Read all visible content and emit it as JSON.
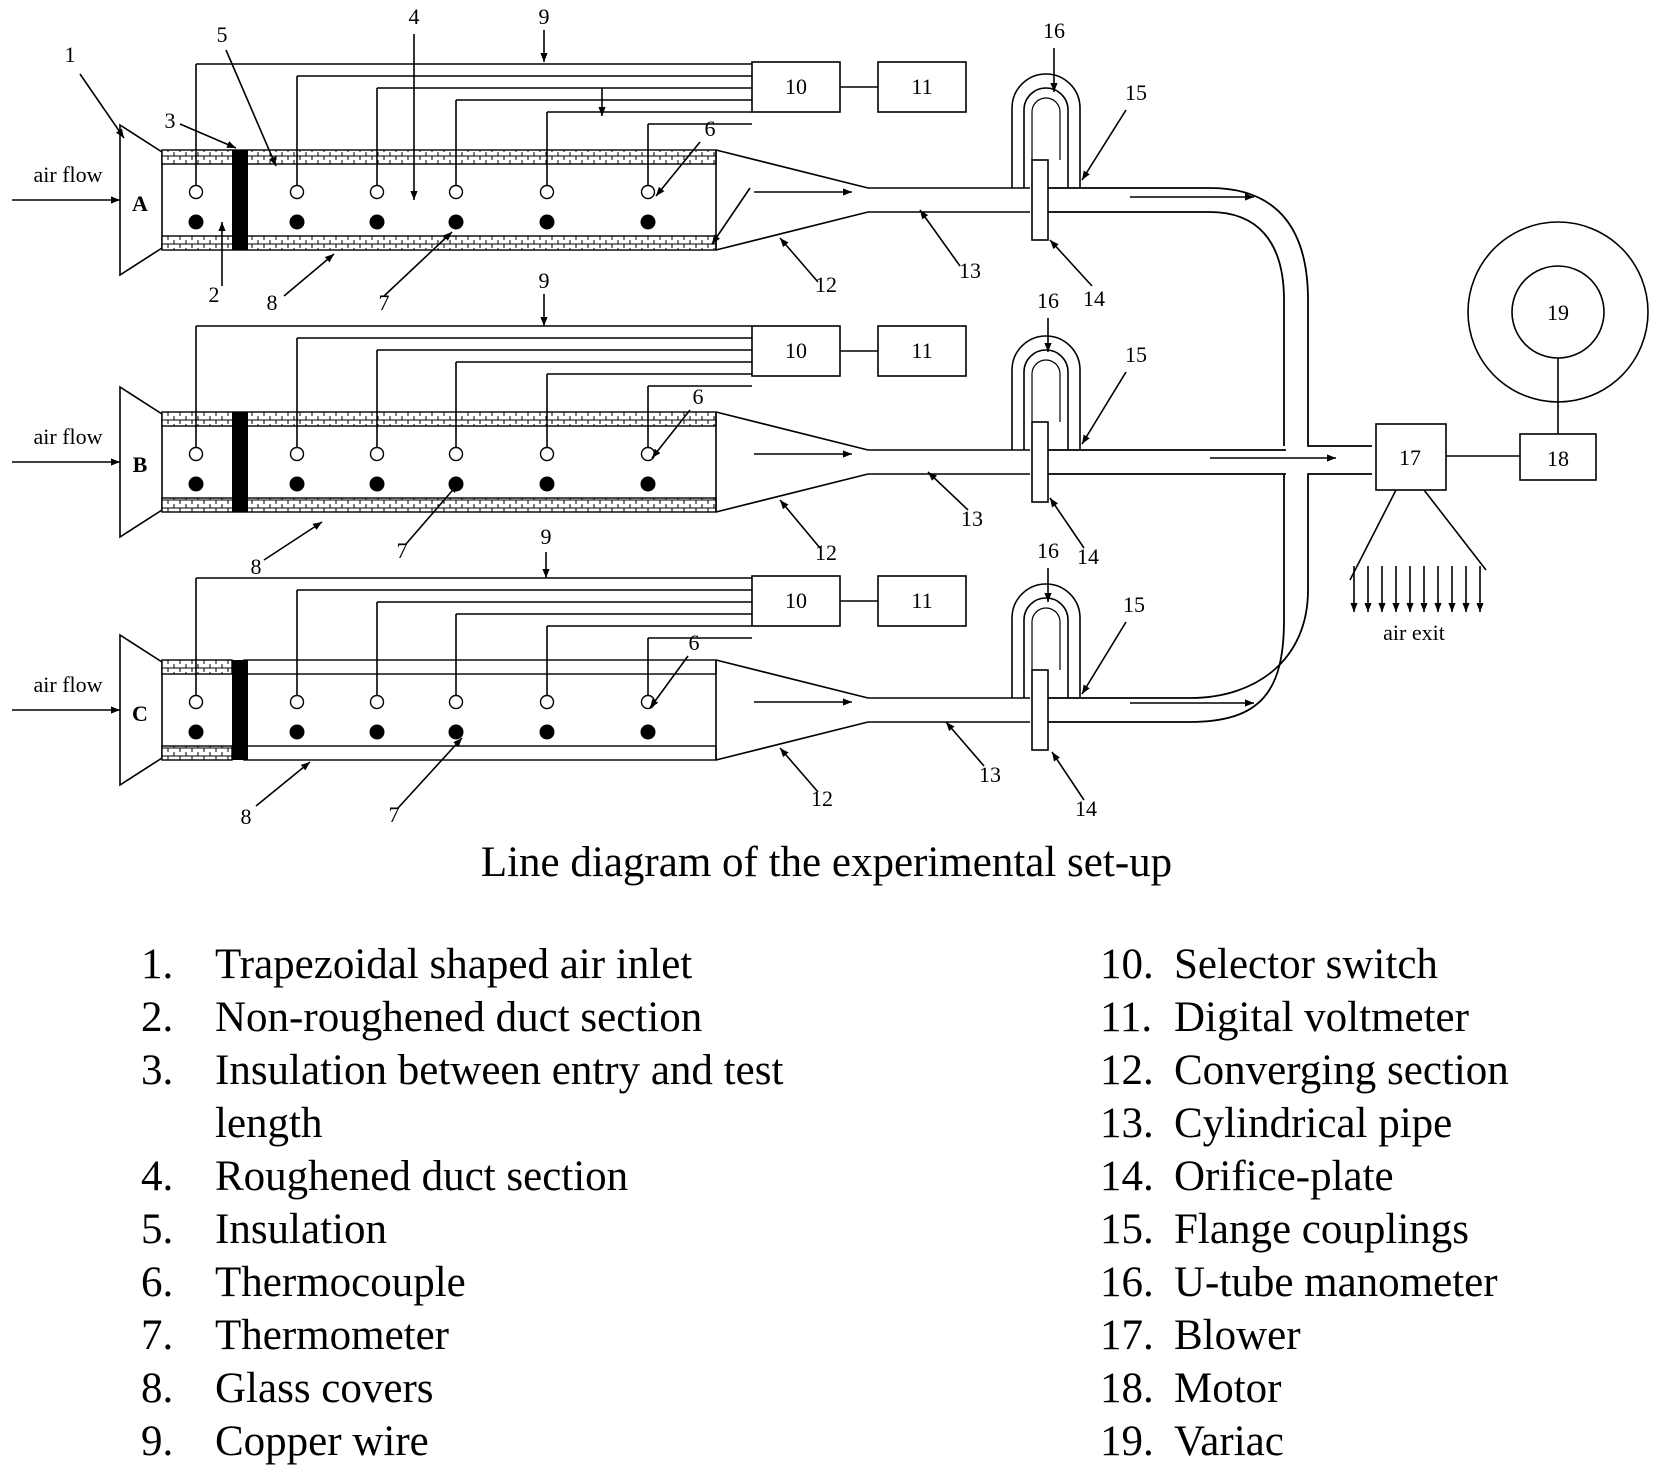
{
  "diagram": {
    "caption": "Line diagram of the experimental set-up",
    "duct_letters": [
      "A",
      "B",
      "C"
    ],
    "inlet_label": "air flow",
    "exit_label": "air exit",
    "box_labels": {
      "selector": "10",
      "voltmeter": "11",
      "blower": "17",
      "motor": "18",
      "variac": "19"
    },
    "callouts": {
      "n1": "1",
      "n2": "2",
      "n3": "3",
      "n4": "4",
      "n5": "5",
      "n6": "6",
      "n7": "7",
      "n8": "8",
      "n9": "9",
      "n12": "12",
      "n13": "13",
      "n14": "14",
      "n15": "15",
      "n16": "16"
    }
  },
  "legend": {
    "left": [
      {
        "num": "1.",
        "text": "Trapezoidal shaped air inlet"
      },
      {
        "num": "2.",
        "text": "Non-roughened duct section"
      },
      {
        "num": "3.",
        "text": "Insulation between entry and test length"
      },
      {
        "num": "4.",
        "text": "Roughened duct section"
      },
      {
        "num": "5.",
        "text": "Insulation"
      },
      {
        "num": "6.",
        "text": "Thermocouple"
      },
      {
        "num": "7.",
        "text": "Thermometer"
      },
      {
        "num": "8.",
        "text": "Glass covers"
      },
      {
        "num": "9.",
        "text": "Copper wire"
      }
    ],
    "right": [
      {
        "num": "10.",
        "text": "Selector switch"
      },
      {
        "num": "11.",
        "text": "Digital voltmeter"
      },
      {
        "num": "12.",
        "text": "Converging section"
      },
      {
        "num": "13.",
        "text": "Cylindrical pipe"
      },
      {
        "num": "14.",
        "text": "Orifice-plate"
      },
      {
        "num": "15.",
        "text": "Flange couplings"
      },
      {
        "num": "16.",
        "text": "U-tube manometer"
      },
      {
        "num": "17.",
        "text": "Blower"
      },
      {
        "num": "18.",
        "text": "Motor"
      },
      {
        "num": "19.",
        "text": "Variac"
      }
    ]
  }
}
